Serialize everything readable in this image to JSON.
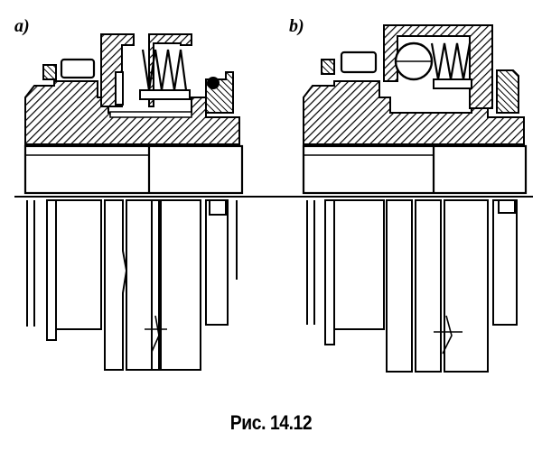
{
  "figure": {
    "label_a": "a)",
    "label_b": "b)",
    "caption": "Рис. 14.12"
  }
}
